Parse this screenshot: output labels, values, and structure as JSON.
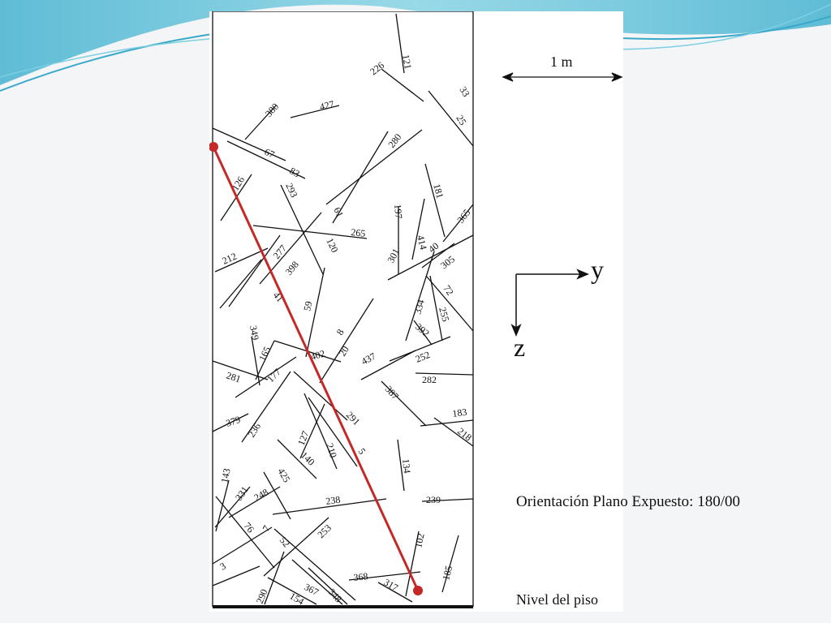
{
  "scale_label": "1 m",
  "axes": {
    "y": "y",
    "z": "z"
  },
  "orientation_text": "Orientación Plano Expuesto: 180/00",
  "floor_label": "Nivel del piso",
  "colors": {
    "scanline": "#c62828",
    "fractures": "#111111",
    "background_swoosh": "#5ec2d8",
    "slide": "#f3f5f6"
  },
  "fractures": [
    {
      "id": "121",
      "label": "121"
    },
    {
      "id": "226",
      "label": "226"
    },
    {
      "id": "33",
      "label": "33"
    },
    {
      "id": "25",
      "label": "25"
    },
    {
      "id": "380",
      "label": "380"
    },
    {
      "id": "427",
      "label": "427"
    },
    {
      "id": "67",
      "label": "67"
    },
    {
      "id": "83",
      "label": "83"
    },
    {
      "id": "280",
      "label": "280"
    },
    {
      "id": "126",
      "label": "126"
    },
    {
      "id": "293",
      "label": "293"
    },
    {
      "id": "61",
      "label": "61"
    },
    {
      "id": "181",
      "label": "181"
    },
    {
      "id": "197",
      "label": "197"
    },
    {
      "id": "365",
      "label": "365"
    },
    {
      "id": "265",
      "label": "265"
    },
    {
      "id": "212",
      "label": "212"
    },
    {
      "id": "277",
      "label": "277"
    },
    {
      "id": "398",
      "label": "398"
    },
    {
      "id": "120",
      "label": "120"
    },
    {
      "id": "301",
      "label": "301"
    },
    {
      "id": "414",
      "label": "414"
    },
    {
      "id": "40",
      "label": "40"
    },
    {
      "id": "305",
      "label": "305"
    },
    {
      "id": "41",
      "label": "41"
    },
    {
      "id": "59",
      "label": "59"
    },
    {
      "id": "334",
      "label": "334"
    },
    {
      "id": "72",
      "label": "72"
    },
    {
      "id": "255",
      "label": "255"
    },
    {
      "id": "392",
      "label": "392"
    },
    {
      "id": "349",
      "label": "349"
    },
    {
      "id": "165",
      "label": "165"
    },
    {
      "id": "402",
      "label": "402"
    },
    {
      "id": "8",
      "label": "8"
    },
    {
      "id": "20",
      "label": "20"
    },
    {
      "id": "437",
      "label": "437"
    },
    {
      "id": "252",
      "label": "252"
    },
    {
      "id": "281",
      "label": "281"
    },
    {
      "id": "177",
      "label": "177"
    },
    {
      "id": "282",
      "label": "282"
    },
    {
      "id": "387",
      "label": "387"
    },
    {
      "id": "183",
      "label": "183"
    },
    {
      "id": "379",
      "label": "379"
    },
    {
      "id": "236",
      "label": "236"
    },
    {
      "id": "291",
      "label": "291"
    },
    {
      "id": "218",
      "label": "218"
    },
    {
      "id": "127",
      "label": "127"
    },
    {
      "id": "140",
      "label": "140"
    },
    {
      "id": "210",
      "label": "210"
    },
    {
      "id": "5",
      "label": "5"
    },
    {
      "id": "134",
      "label": "134"
    },
    {
      "id": "143",
      "label": "143"
    },
    {
      "id": "425",
      "label": "425"
    },
    {
      "id": "331",
      "label": "331"
    },
    {
      "id": "248",
      "label": "248"
    },
    {
      "id": "238",
      "label": "238"
    },
    {
      "id": "239",
      "label": "239"
    },
    {
      "id": "7",
      "label": "7"
    },
    {
      "id": "76",
      "label": "76"
    },
    {
      "id": "253",
      "label": "253"
    },
    {
      "id": "52",
      "label": "52"
    },
    {
      "id": "102",
      "label": "102"
    },
    {
      "id": "3",
      "label": "3"
    },
    {
      "id": "368",
      "label": "368"
    },
    {
      "id": "185",
      "label": "185"
    },
    {
      "id": "317",
      "label": "317"
    },
    {
      "id": "290",
      "label": "290"
    },
    {
      "id": "367",
      "label": "367"
    },
    {
      "id": "154",
      "label": "154"
    },
    {
      "id": "348",
      "label": "348"
    }
  ]
}
